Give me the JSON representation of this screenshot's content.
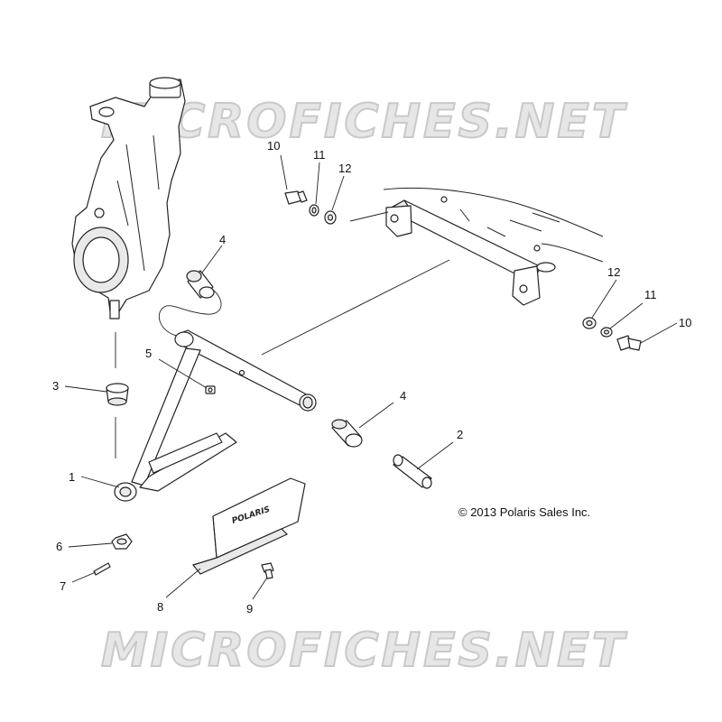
{
  "watermark": {
    "text_top": "MICROFICHES.NET",
    "text_bottom": "MICROFICHES.NET"
  },
  "copyright": "© 2013 Polaris Sales Inc.",
  "guard_logo": "POLARIS",
  "callouts": [
    {
      "id": "c1",
      "label": "1"
    },
    {
      "id": "c2",
      "label": "2"
    },
    {
      "id": "c3",
      "label": "3"
    },
    {
      "id": "c4a",
      "label": "4"
    },
    {
      "id": "c4b",
      "label": "4"
    },
    {
      "id": "c5",
      "label": "5"
    },
    {
      "id": "c6",
      "label": "6"
    },
    {
      "id": "c7",
      "label": "7"
    },
    {
      "id": "c8",
      "label": "8"
    },
    {
      "id": "c9",
      "label": "9"
    },
    {
      "id": "c10a",
      "label": "10"
    },
    {
      "id": "c11a",
      "label": "11"
    },
    {
      "id": "c12a",
      "label": "12"
    },
    {
      "id": "c10b",
      "label": "10"
    },
    {
      "id": "c11b",
      "label": "11"
    },
    {
      "id": "c12b",
      "label": "12"
    }
  ]
}
